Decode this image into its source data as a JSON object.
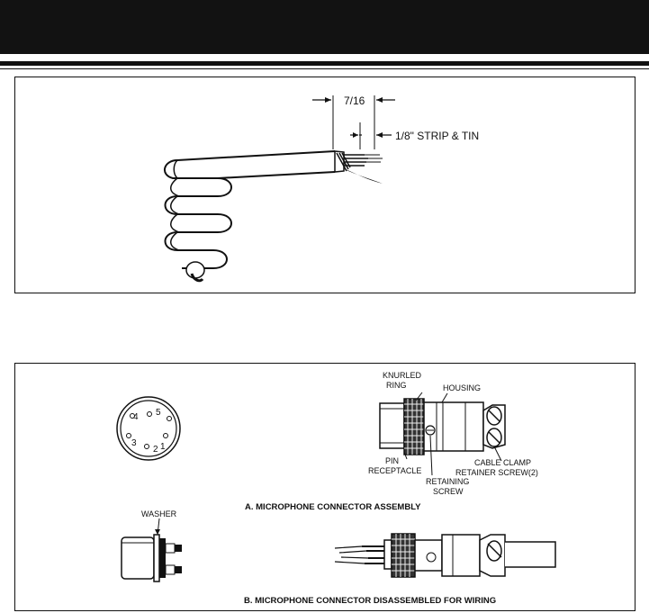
{
  "figure1": {
    "dimension_label": "7/16",
    "strip_label": "1/8\" STRIP & TIN"
  },
  "figure2": {
    "pin_numbers": [
      "4",
      "5",
      "3",
      "2",
      "1"
    ],
    "labels": {
      "knurled_ring_line1": "KNURLED",
      "knurled_ring_line2": "RING",
      "housing": "HOUSING",
      "pin_receptacle_line1": "PIN",
      "pin_receptacle_line2": "RECEPTACLE",
      "retaining_screw_line1": "RETAINING",
      "retaining_screw_line2": "SCREW",
      "cable_clamp_line1": "CABLE CLAMP",
      "cable_clamp_line2": "RETAINER SCREW(2)",
      "washer": "WASHER"
    },
    "caption_a": "A. MICROPHONE CONNECTOR ASSEMBLY",
    "caption_b": "B. MICROPHONE CONNECTOR DISASSEMBLED FOR WIRING"
  }
}
